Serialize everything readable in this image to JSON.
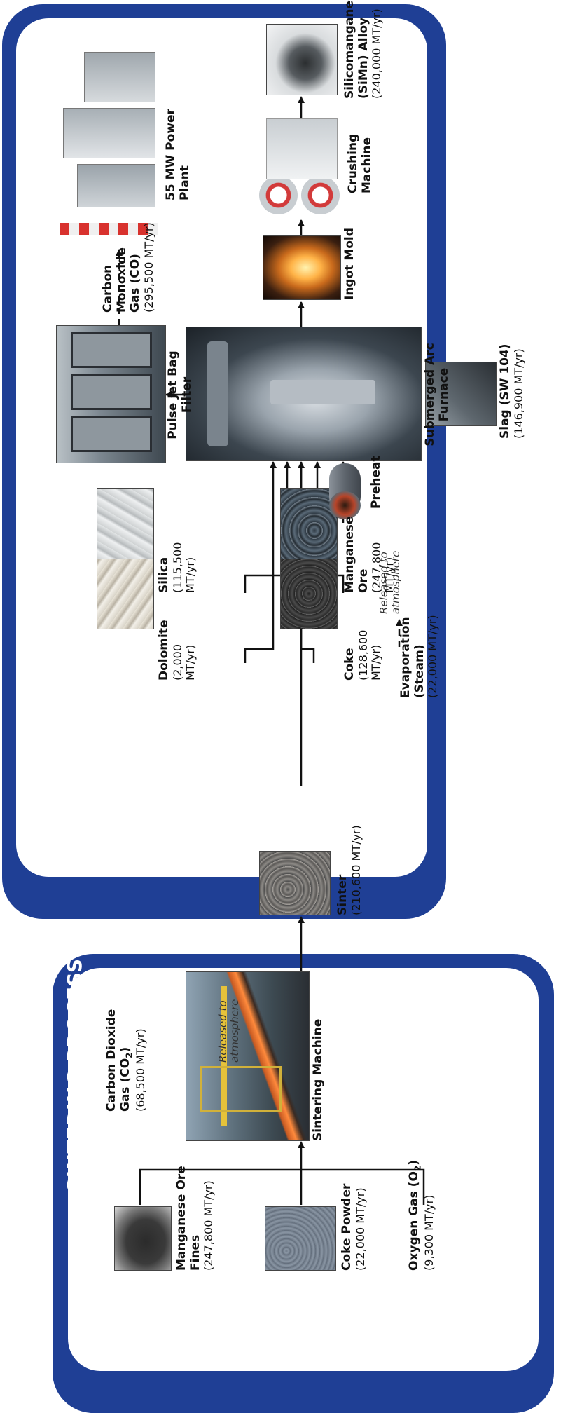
{
  "sintering": {
    "title": "SINTERING PROCESS",
    "manganese_fines": {
      "name": "Manganese Ore Fines",
      "qty": "(247,800 MT/yr)"
    },
    "coke_powder": {
      "name": "Coke Powder",
      "qty": "(22,000 MT/yr)"
    },
    "oxygen": {
      "name_main": "Oxygen Gas (O",
      "name_sub": "2",
      "name_end": ")",
      "qty": "(9,300 MT/yr)"
    },
    "machine": {
      "name": "Sintering Machine"
    },
    "co2": {
      "name_line1": "Carbon Dioxide",
      "name_line2_main": "Gas (CO",
      "name_line2_sub": "2",
      "name_line2_end": ")",
      "qty": "(68,500 MT/yr)"
    },
    "released_note": {
      "line1": "Released to",
      "line2": "atmosphere"
    },
    "sinter": {
      "name": "Sinter",
      "qty": "(210,600 MT/yr)"
    }
  },
  "smelting": {
    "title": "SMELTING PROCESS",
    "dolomite": {
      "name": "Dolomite",
      "qty_line1": "(2,000",
      "qty_line2": "MT/yr)"
    },
    "silica": {
      "name": "Silica",
      "qty_line1": "(115,500",
      "qty_line2": "MT/yr)"
    },
    "coke": {
      "name": "Coke",
      "qty_line1": "(128,600",
      "qty_line2": "MT/yr)"
    },
    "manganese_ore": {
      "name_line1": "Manganese",
      "name_line2": "Ore",
      "qty_line1": "(247,800",
      "qty_line2": "MT/yr)"
    },
    "preheat": {
      "name": "Preheat"
    },
    "released_note": {
      "line1": "Released to",
      "line2": "atmosphere"
    },
    "evaporation": {
      "name_line1": "Evaporation",
      "name_line2": "(Steam)",
      "qty": "(22,000 MT/yr)"
    },
    "furnace": {
      "name_line1": "Submerged Arc",
      "name_line2": "Furnace"
    },
    "pulse_filter": {
      "name_line1": "Pulse Jet Bag",
      "name_line2": "Filter"
    },
    "co_gas": {
      "name_line1": "Carbon Monoxide",
      "name_line2": "Gas (CO)",
      "qty": "(295,500 MT/yr)"
    },
    "power_plant": {
      "name_line1": "55 MW Power",
      "name_line2": "Plant"
    },
    "slag": {
      "name": "Slag (SW 104)",
      "qty": "(146,900 MT/yr)"
    },
    "ingot_mold": {
      "name": "Ingot Mold"
    },
    "crushing": {
      "name_line1": "Crushing",
      "name_line2": "Machine"
    },
    "simn": {
      "name_line1": "Silicomanganese",
      "name_line2": "(SiMn) Alloy",
      "qty": "(240,000 MT/yr)"
    }
  },
  "colors": {
    "panel_blue": "#1f3f95",
    "arrow": "#111111"
  }
}
